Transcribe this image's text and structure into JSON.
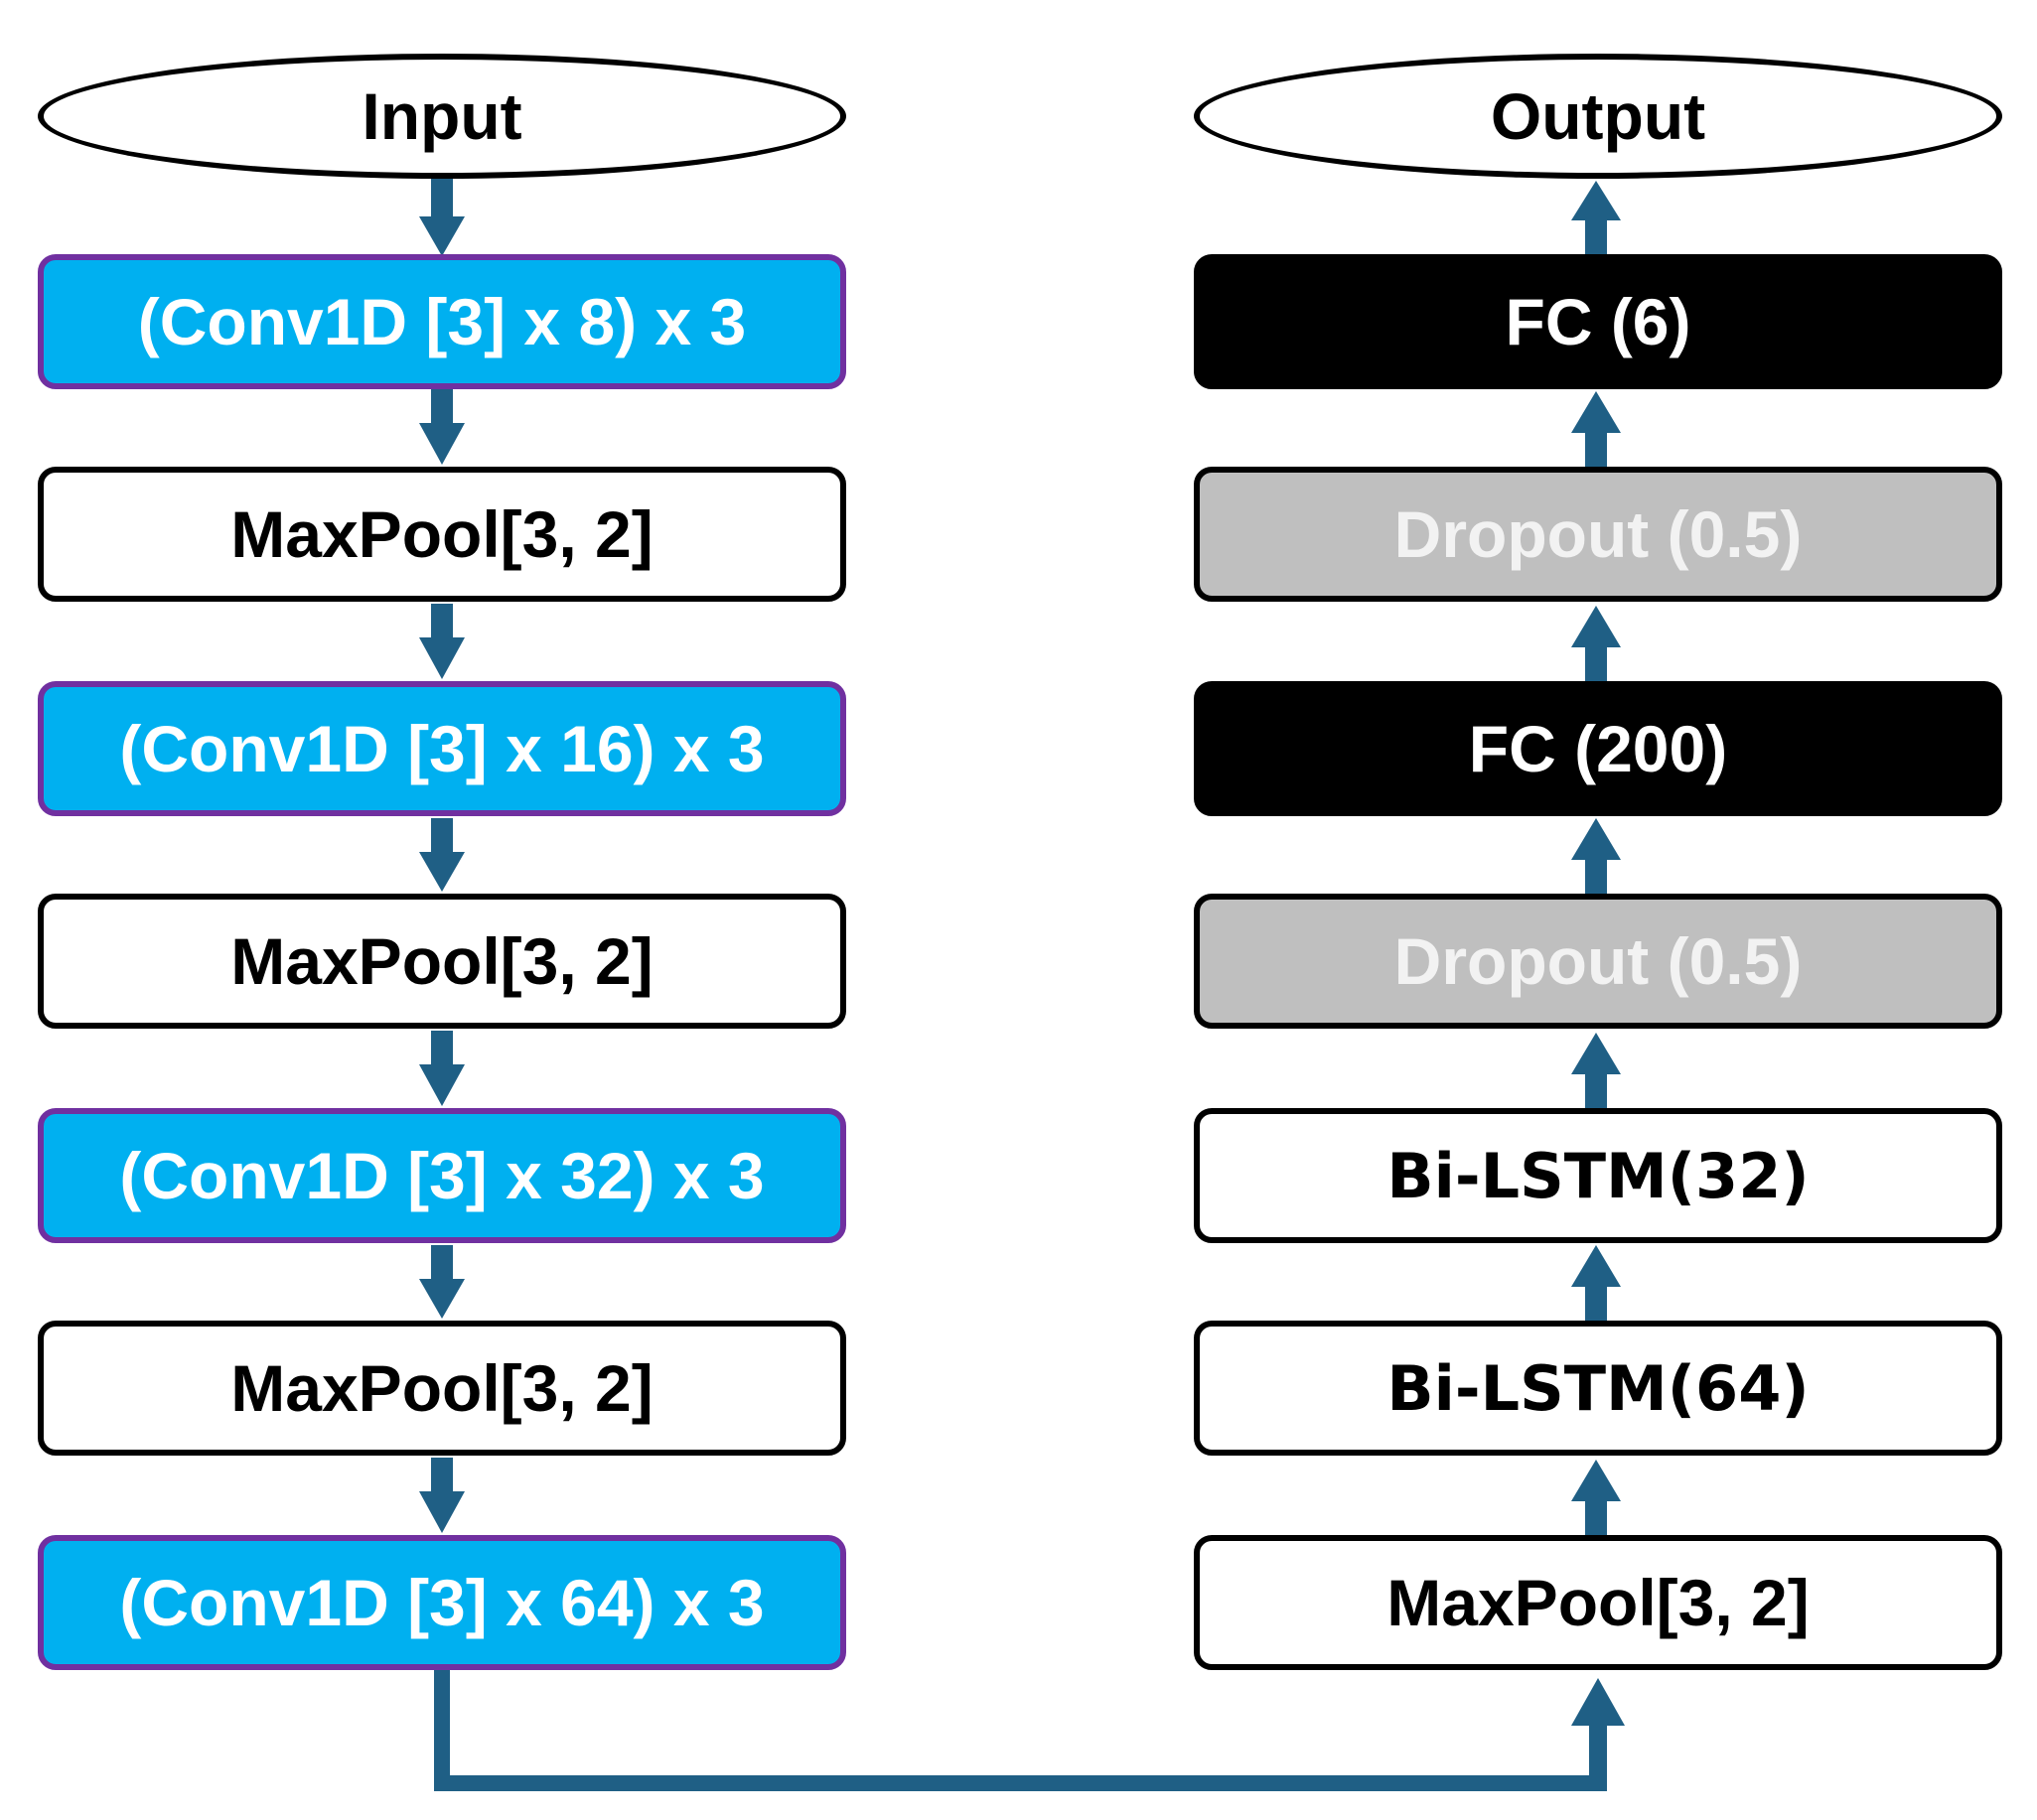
{
  "colors": {
    "arrow": "#1f5f85",
    "conv_fill": "#00b0f0",
    "conv_border": "#7030a0",
    "fc_fill": "#000000",
    "dropout_fill": "#bfbfbf"
  },
  "left_column": {
    "input_label": "Input",
    "layers": [
      "(Conv1D [3] x 8) x 3",
      "MaxPool[3, 2]",
      "(Conv1D [3] x 16) x 3",
      "MaxPool[3, 2]",
      "(Conv1D [3] x 32) x 3",
      "MaxPool[3, 2]",
      "(Conv1D [3] x 64) x 3"
    ]
  },
  "right_column": {
    "output_label": "Output",
    "layers_top_to_bottom": [
      "FC (6)",
      "Dropout (0.5)",
      "FC (200)",
      "Dropout (0.5)",
      "Bi-LSTM(32)",
      "Bi-LSTM(64)",
      "MaxPool[3, 2]"
    ]
  }
}
